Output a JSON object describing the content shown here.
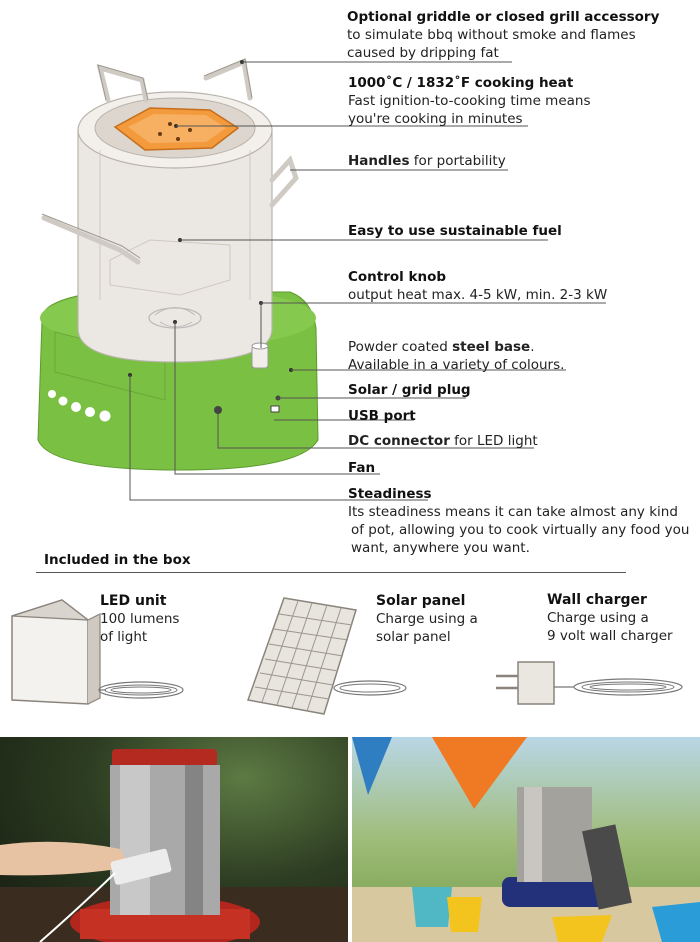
{
  "callouts": {
    "griddle": {
      "title": "Optional griddle or closed grill accessory",
      "line1": "to simulate bbq without smoke and flames",
      "line2": "caused by dripping fat"
    },
    "heat": {
      "title": "1000˚C / 1832˚F cooking heat",
      "line1": "Fast ignition-to-cooking time means",
      "line2": "you're cooking in minutes"
    },
    "handles": {
      "bold": "Handles",
      "rest": " for portability"
    },
    "fuel": {
      "title": "Easy to use sustainable fuel"
    },
    "knob": {
      "title": "Control knob",
      "line1": "output heat max. 4-5 kW, min. 2-3 kW"
    },
    "base": {
      "pre": "Powder coated ",
      "bold": "steel base",
      "post": ".",
      "line2": "Available in a variety of colours."
    },
    "solar_plug": {
      "title": "Solar / grid plug"
    },
    "usb": {
      "title": "USB port"
    },
    "dc": {
      "bold": "DC connector",
      "rest": " for LED light"
    },
    "fan": {
      "title": "Fan"
    },
    "steadiness": {
      "title": "Steadiness",
      "line1": "Its steadiness means it can take almost any kind",
      "line2": "of pot, allowing you to cook virtually any food you",
      "line3": "want, anywhere you want."
    }
  },
  "box": {
    "heading": "Included in the box",
    "items": [
      {
        "title": "LED unit",
        "line1": "100 lumens",
        "line2": "of light"
      },
      {
        "title": "Solar panel",
        "line1": "Charge using a",
        "line2": "solar panel"
      },
      {
        "title": "Wall charger",
        "line1": "Charge using a",
        "line2": "9 volt wall charger"
      }
    ]
  },
  "colors": {
    "base_green": "#7ac143",
    "stove_body": "#ebe7e2",
    "fire_orange": "#f39a3c",
    "line_gray": "#555555"
  }
}
